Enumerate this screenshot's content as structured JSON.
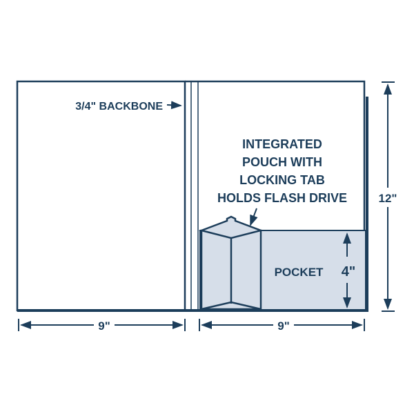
{
  "labels": {
    "backbone": "3/4\" BACKBONE",
    "pouch_lines": [
      "INTEGRATED",
      "POUCH WITH",
      "LOCKING TAB",
      "HOLDS FLASH DRIVE"
    ],
    "pocket": "POCKET",
    "pocket_height": "4\"",
    "folder_height": "12\"",
    "left_width": "9\"",
    "right_width": "9\""
  },
  "colors": {
    "stroke": "#1c3d5a",
    "pocket_fill": "#d6dee9"
  }
}
